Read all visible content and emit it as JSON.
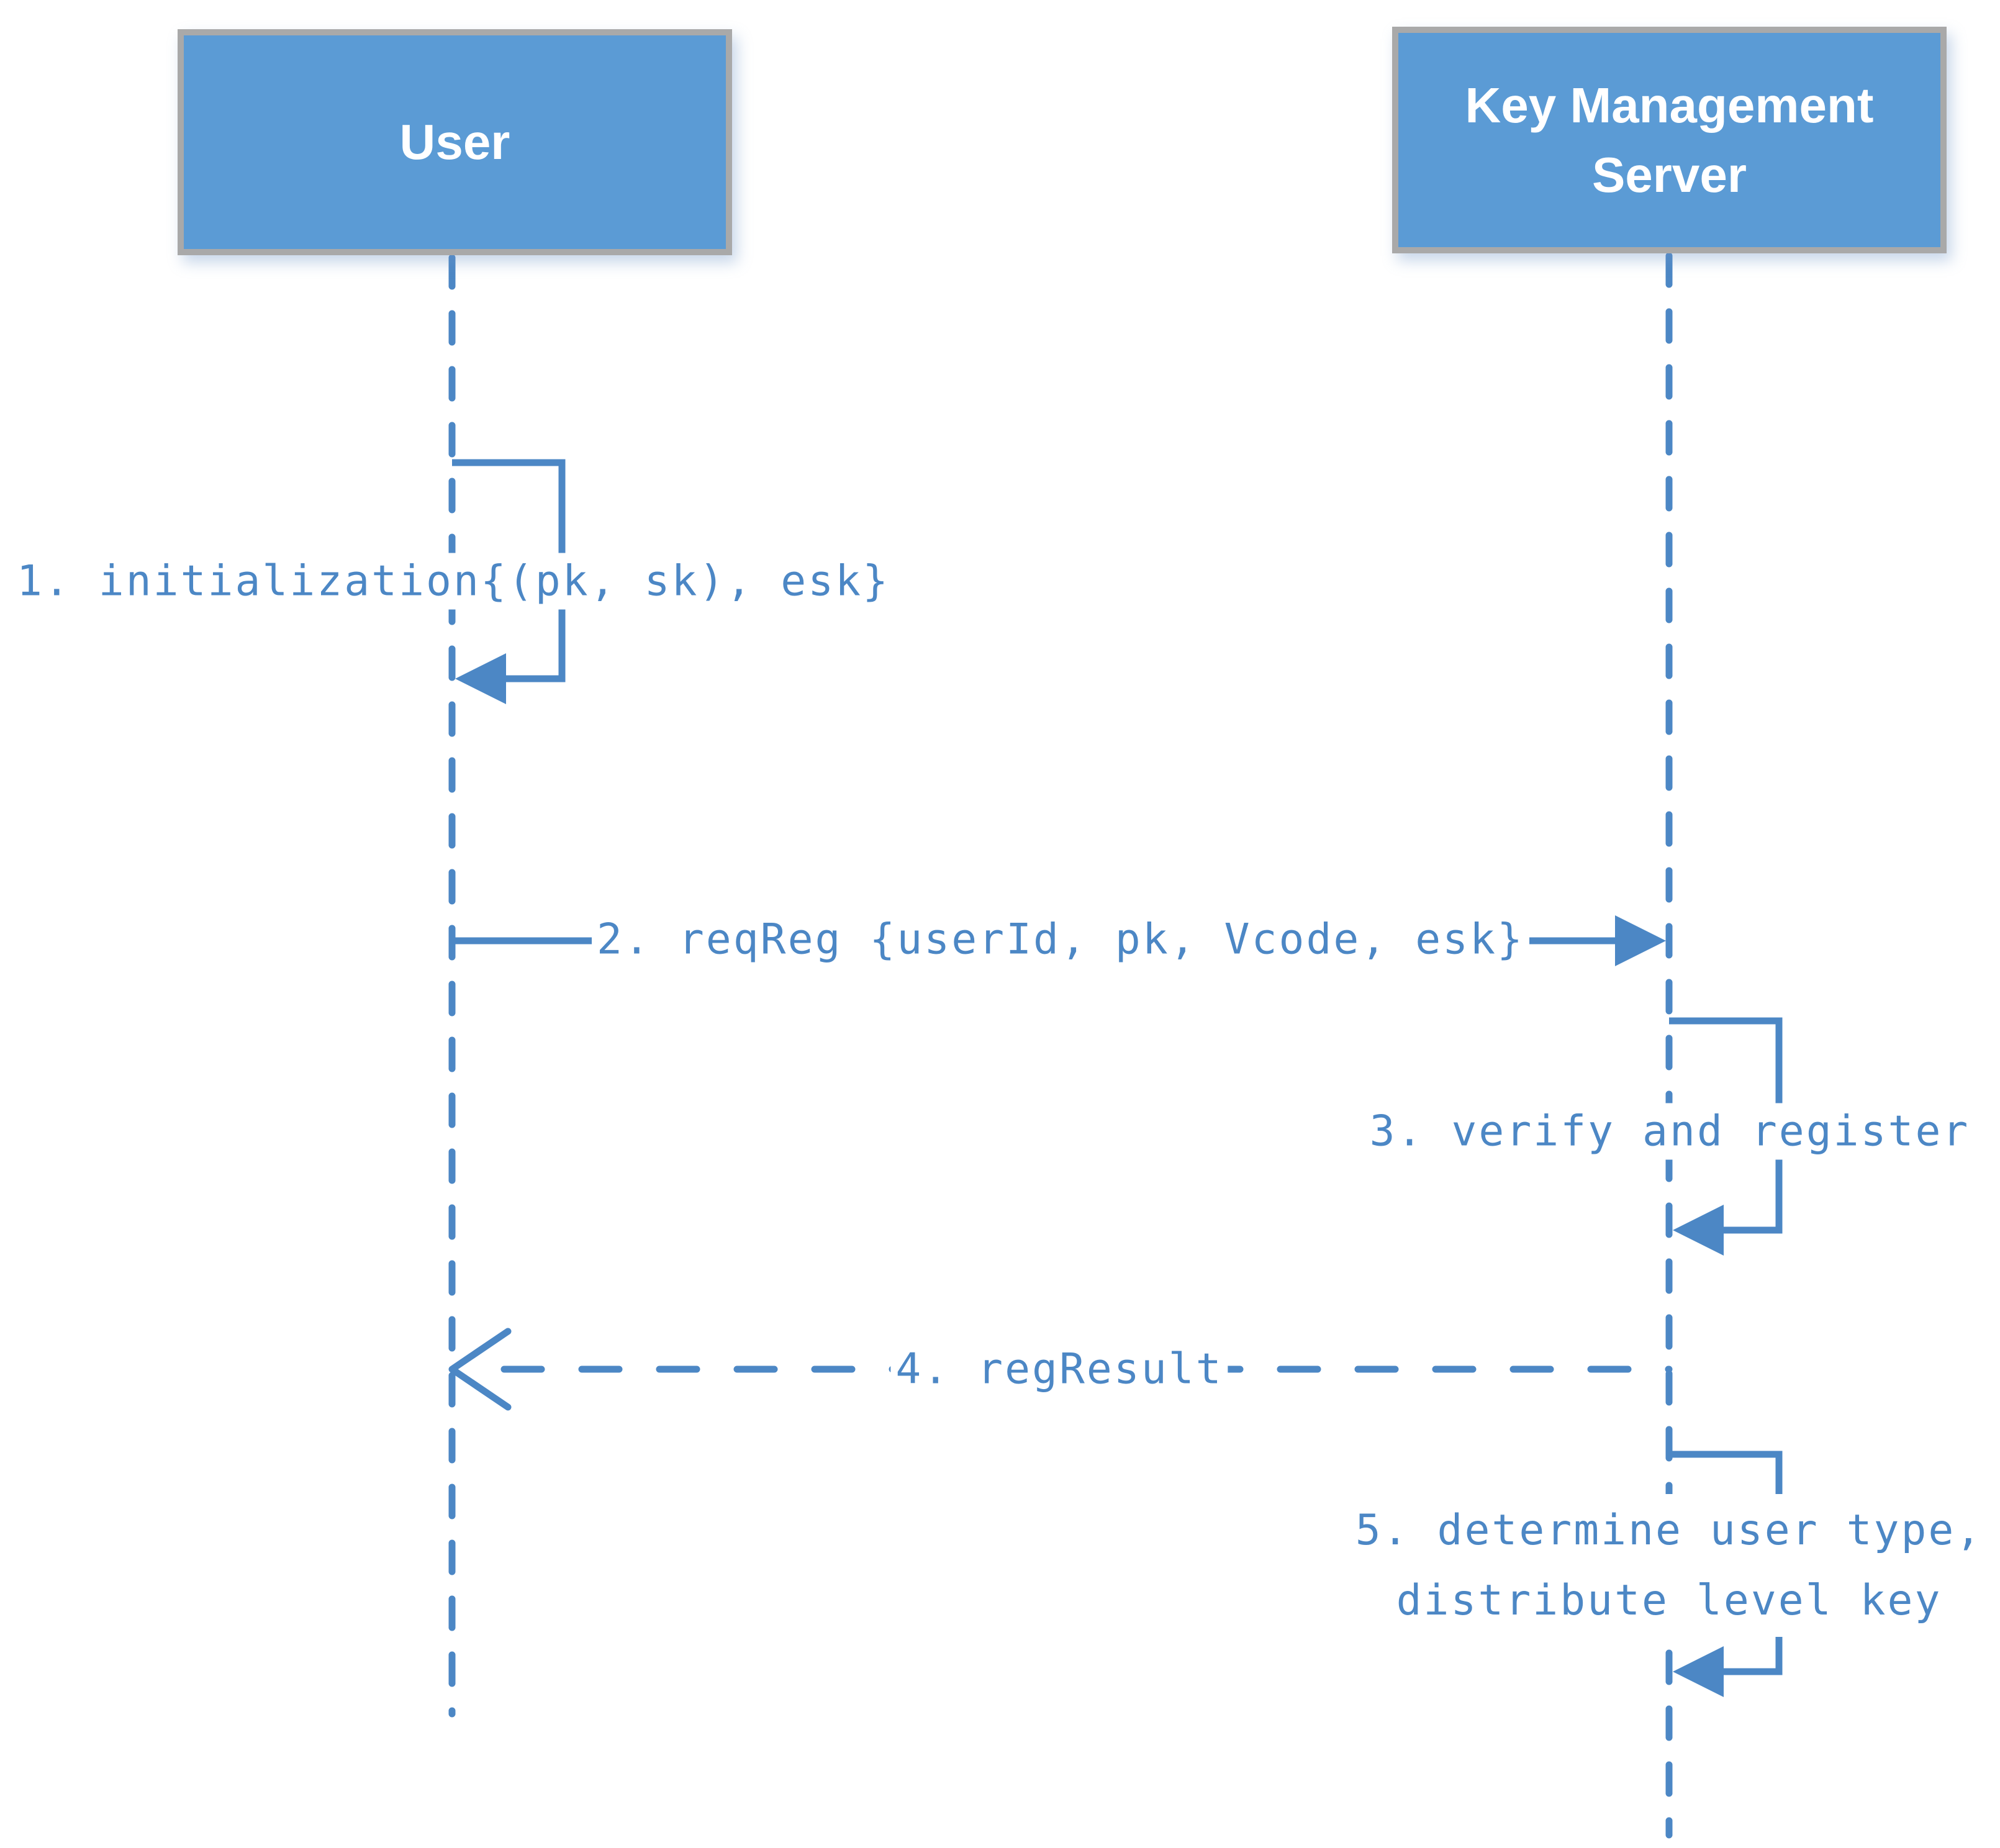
{
  "diagram": {
    "type": "uml-sequence-diagram",
    "colors": {
      "actor_fill": "#5b9bd5",
      "actor_border": "#a9a9a9",
      "line_blue": "#4c87c5",
      "label_blue": "#4c87c5",
      "actor_title_text": "#ffffff",
      "background": "#ffffff"
    },
    "actors": [
      {
        "id": "user",
        "label": "User"
      },
      {
        "id": "kms",
        "label": "Key Management Server",
        "label_lines": [
          "Key Management",
          "Server"
        ]
      }
    ],
    "messages": [
      {
        "num": "1",
        "label": "1. initialization{(pk, sk), esk}",
        "type": "self-message",
        "arrow": "filled",
        "from": "user",
        "to": "user"
      },
      {
        "num": "2",
        "label": "2. reqReg {userId, pk, Vcode, esk}",
        "type": "solid-arrow",
        "arrow": "filled",
        "from": "user",
        "to": "kms"
      },
      {
        "num": "3",
        "label": "3. verify and register",
        "type": "self-message",
        "arrow": "filled",
        "from": "kms",
        "to": "kms"
      },
      {
        "num": "4",
        "label": "4. regResult",
        "type": "dashed-return-arrow",
        "arrow": "open",
        "from": "kms",
        "to": "user"
      },
      {
        "num": "5",
        "label": "5. determine user type, distribute level key",
        "label_lines": [
          "5. determine user type,",
          "distribute level key"
        ],
        "type": "self-message",
        "arrow": "filled",
        "from": "kms",
        "to": "kms"
      }
    ]
  }
}
